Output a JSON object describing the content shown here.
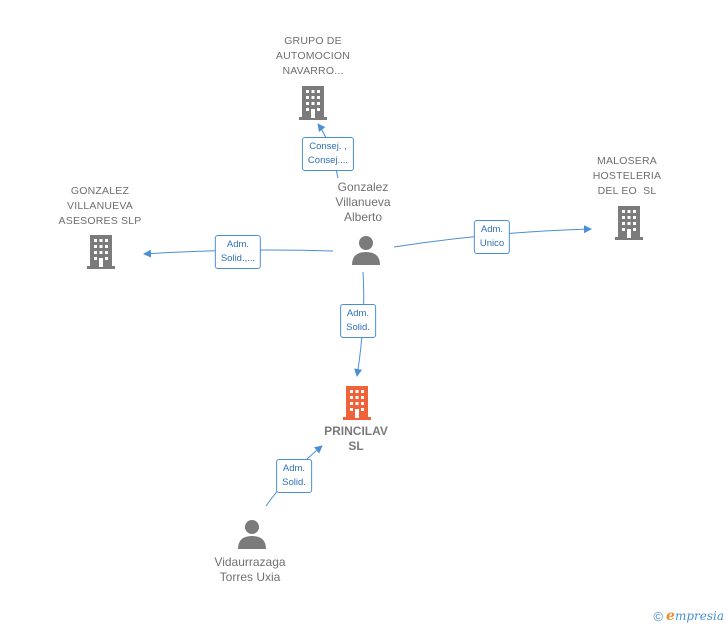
{
  "colors": {
    "link": "#4a8fd6",
    "company_icon": "#7b7b7b",
    "focus_icon": "#f0623a",
    "person_icon": "#7b7b7b"
  },
  "nodes": {
    "grupo": {
      "label_lines": [
        "GRUPO DE",
        "AUTOMOCION",
        "NAVARRO..."
      ],
      "type": "company"
    },
    "malosera": {
      "label_lines": [
        "MALOSERA",
        "HOSTELERIA",
        "DEL EO  SL"
      ],
      "type": "company"
    },
    "gonzalez_asesores": {
      "label_lines": [
        "GONZALEZ",
        "VILLANUEVA",
        "ASESORES SLP"
      ],
      "type": "company"
    },
    "gonzalez_alberto": {
      "label_lines": [
        "Gonzalez",
        "Villanueva",
        "Alberto"
      ],
      "type": "person"
    },
    "princilav": {
      "label_lines": [
        "PRINCILAV",
        "SL"
      ],
      "type": "focus"
    },
    "vidaurrazaga": {
      "label_lines": [
        "Vidaurrazaga",
        "Torres Uxia"
      ],
      "type": "person"
    }
  },
  "edges": [
    {
      "id": "to-grupo",
      "label_lines": [
        "Consej. ,",
        "Consej...."
      ]
    },
    {
      "id": "to-malosera",
      "label_lines": [
        "Adm.",
        "Unico"
      ]
    },
    {
      "id": "to-asesores",
      "label_lines": [
        "Adm.",
        "Solid.,..."
      ]
    },
    {
      "id": "to-princilav-a",
      "label_lines": [
        "Adm.",
        "Solid."
      ]
    },
    {
      "id": "to-princilav-b",
      "label_lines": [
        "Adm.",
        "Solid."
      ]
    }
  ],
  "footer": {
    "copyright": "©",
    "brand_initial": "e",
    "brand_rest": "mpresia"
  }
}
